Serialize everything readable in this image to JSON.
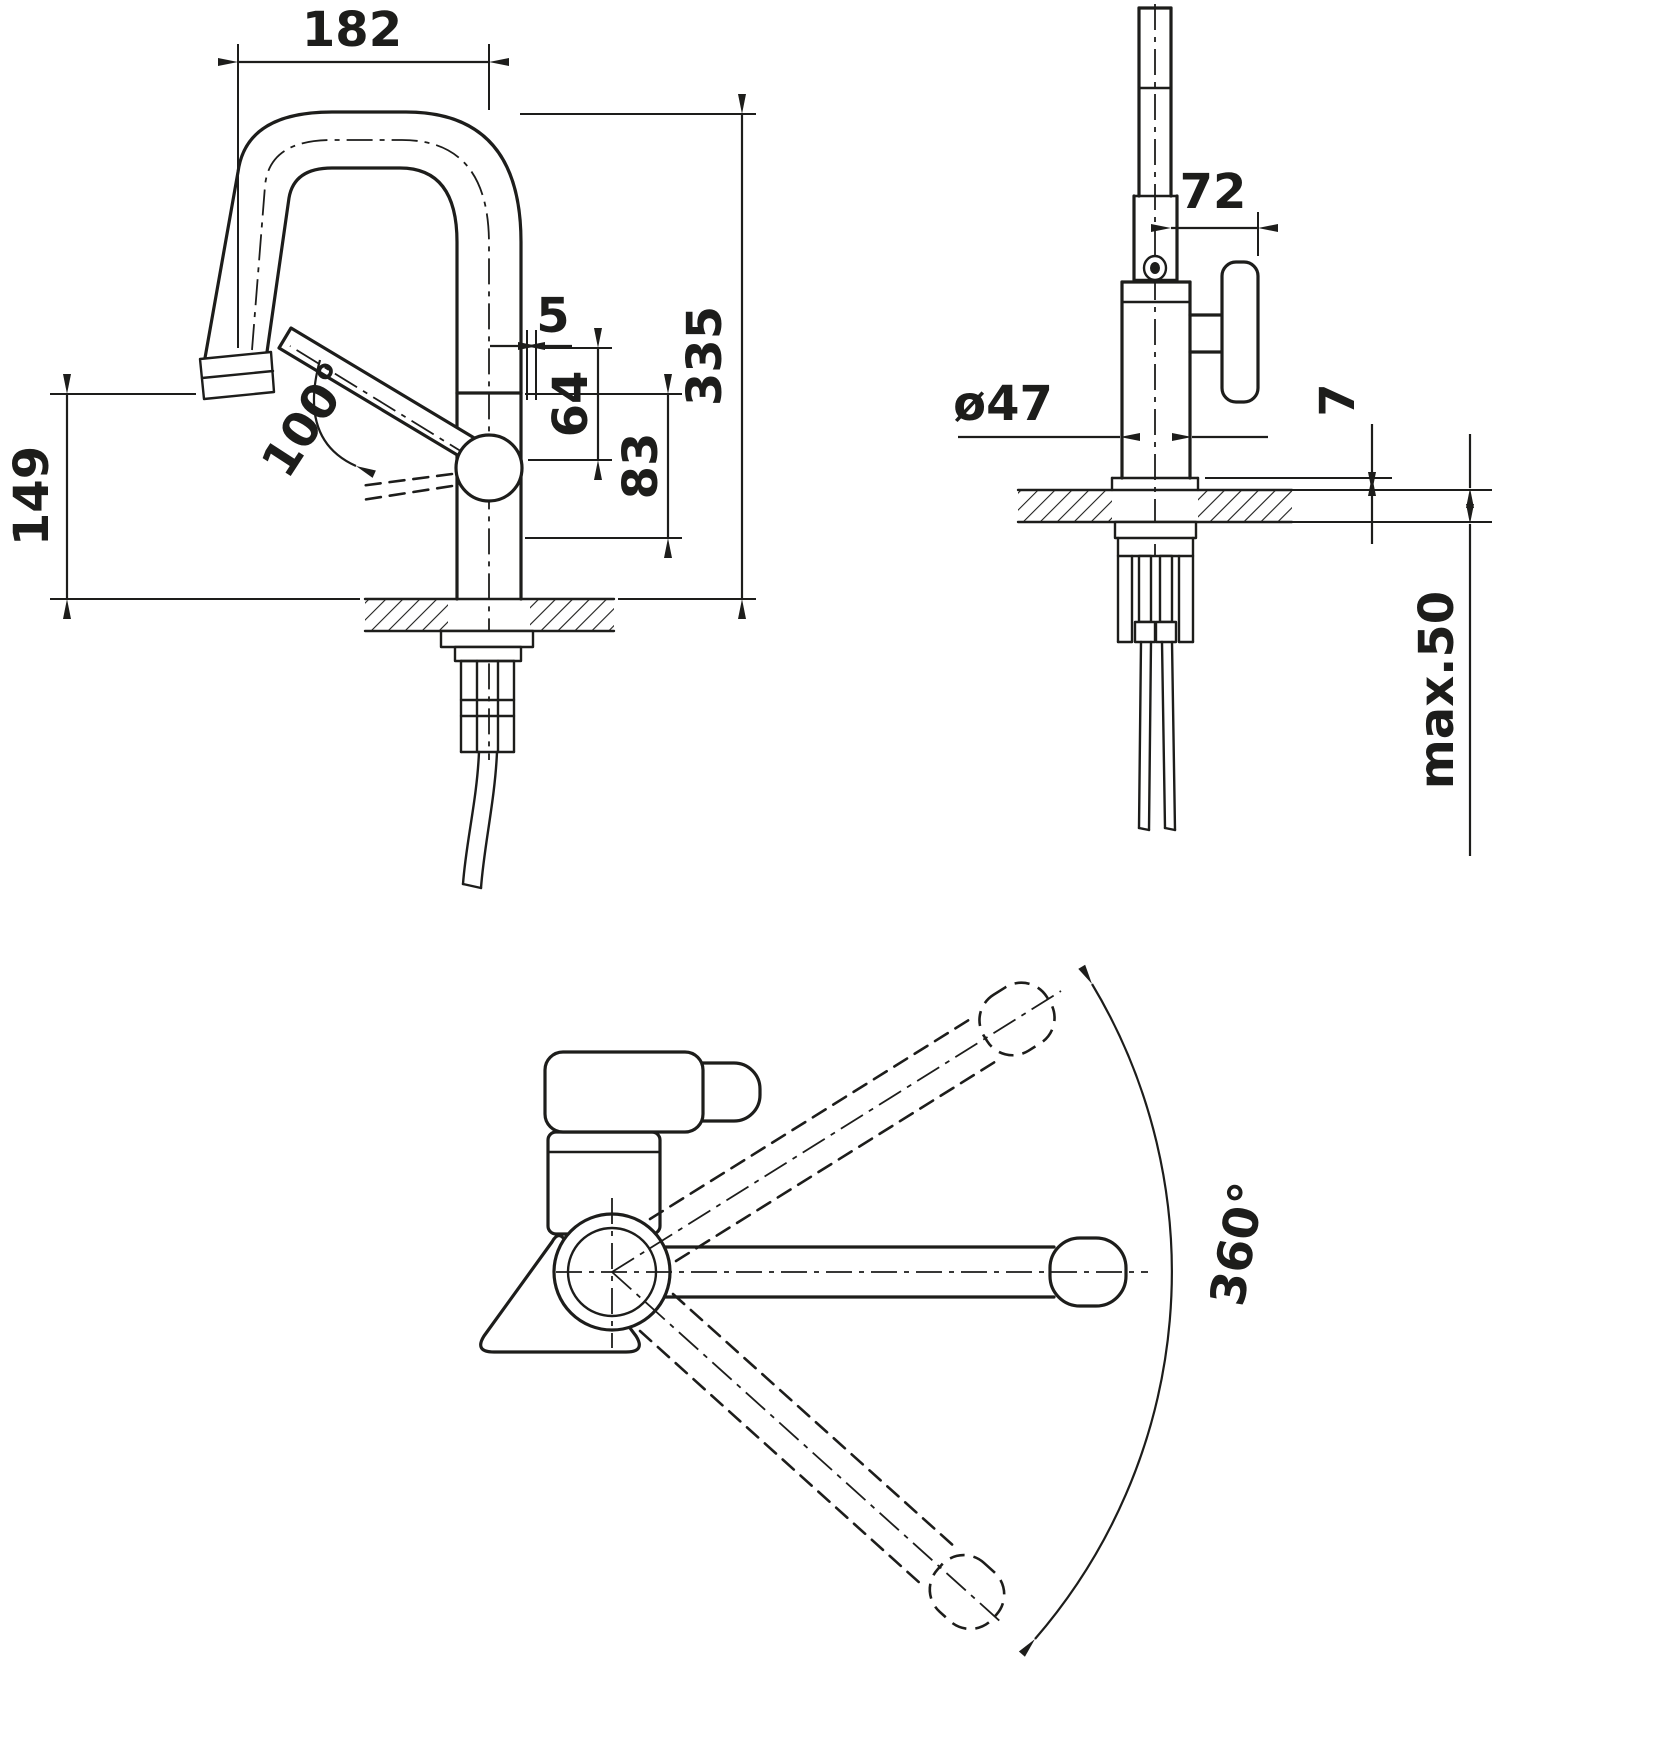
{
  "meta": {
    "background_color": "#ffffff",
    "line_color": "#1d1d1b",
    "drawing_type": "technical dimensional drawing"
  },
  "side_view": {
    "reach": "182",
    "total_height": "335",
    "outlet_height": "149",
    "lever_offset": "5",
    "dim_64": "64",
    "dim_83": "83",
    "lever_angle": "100°"
  },
  "front_view": {
    "depth": "72",
    "body_diameter": "ø47",
    "base_plate_height": "7",
    "max_counter_thickness": "max.50"
  },
  "top_view": {
    "swivel_angle": "360°"
  }
}
